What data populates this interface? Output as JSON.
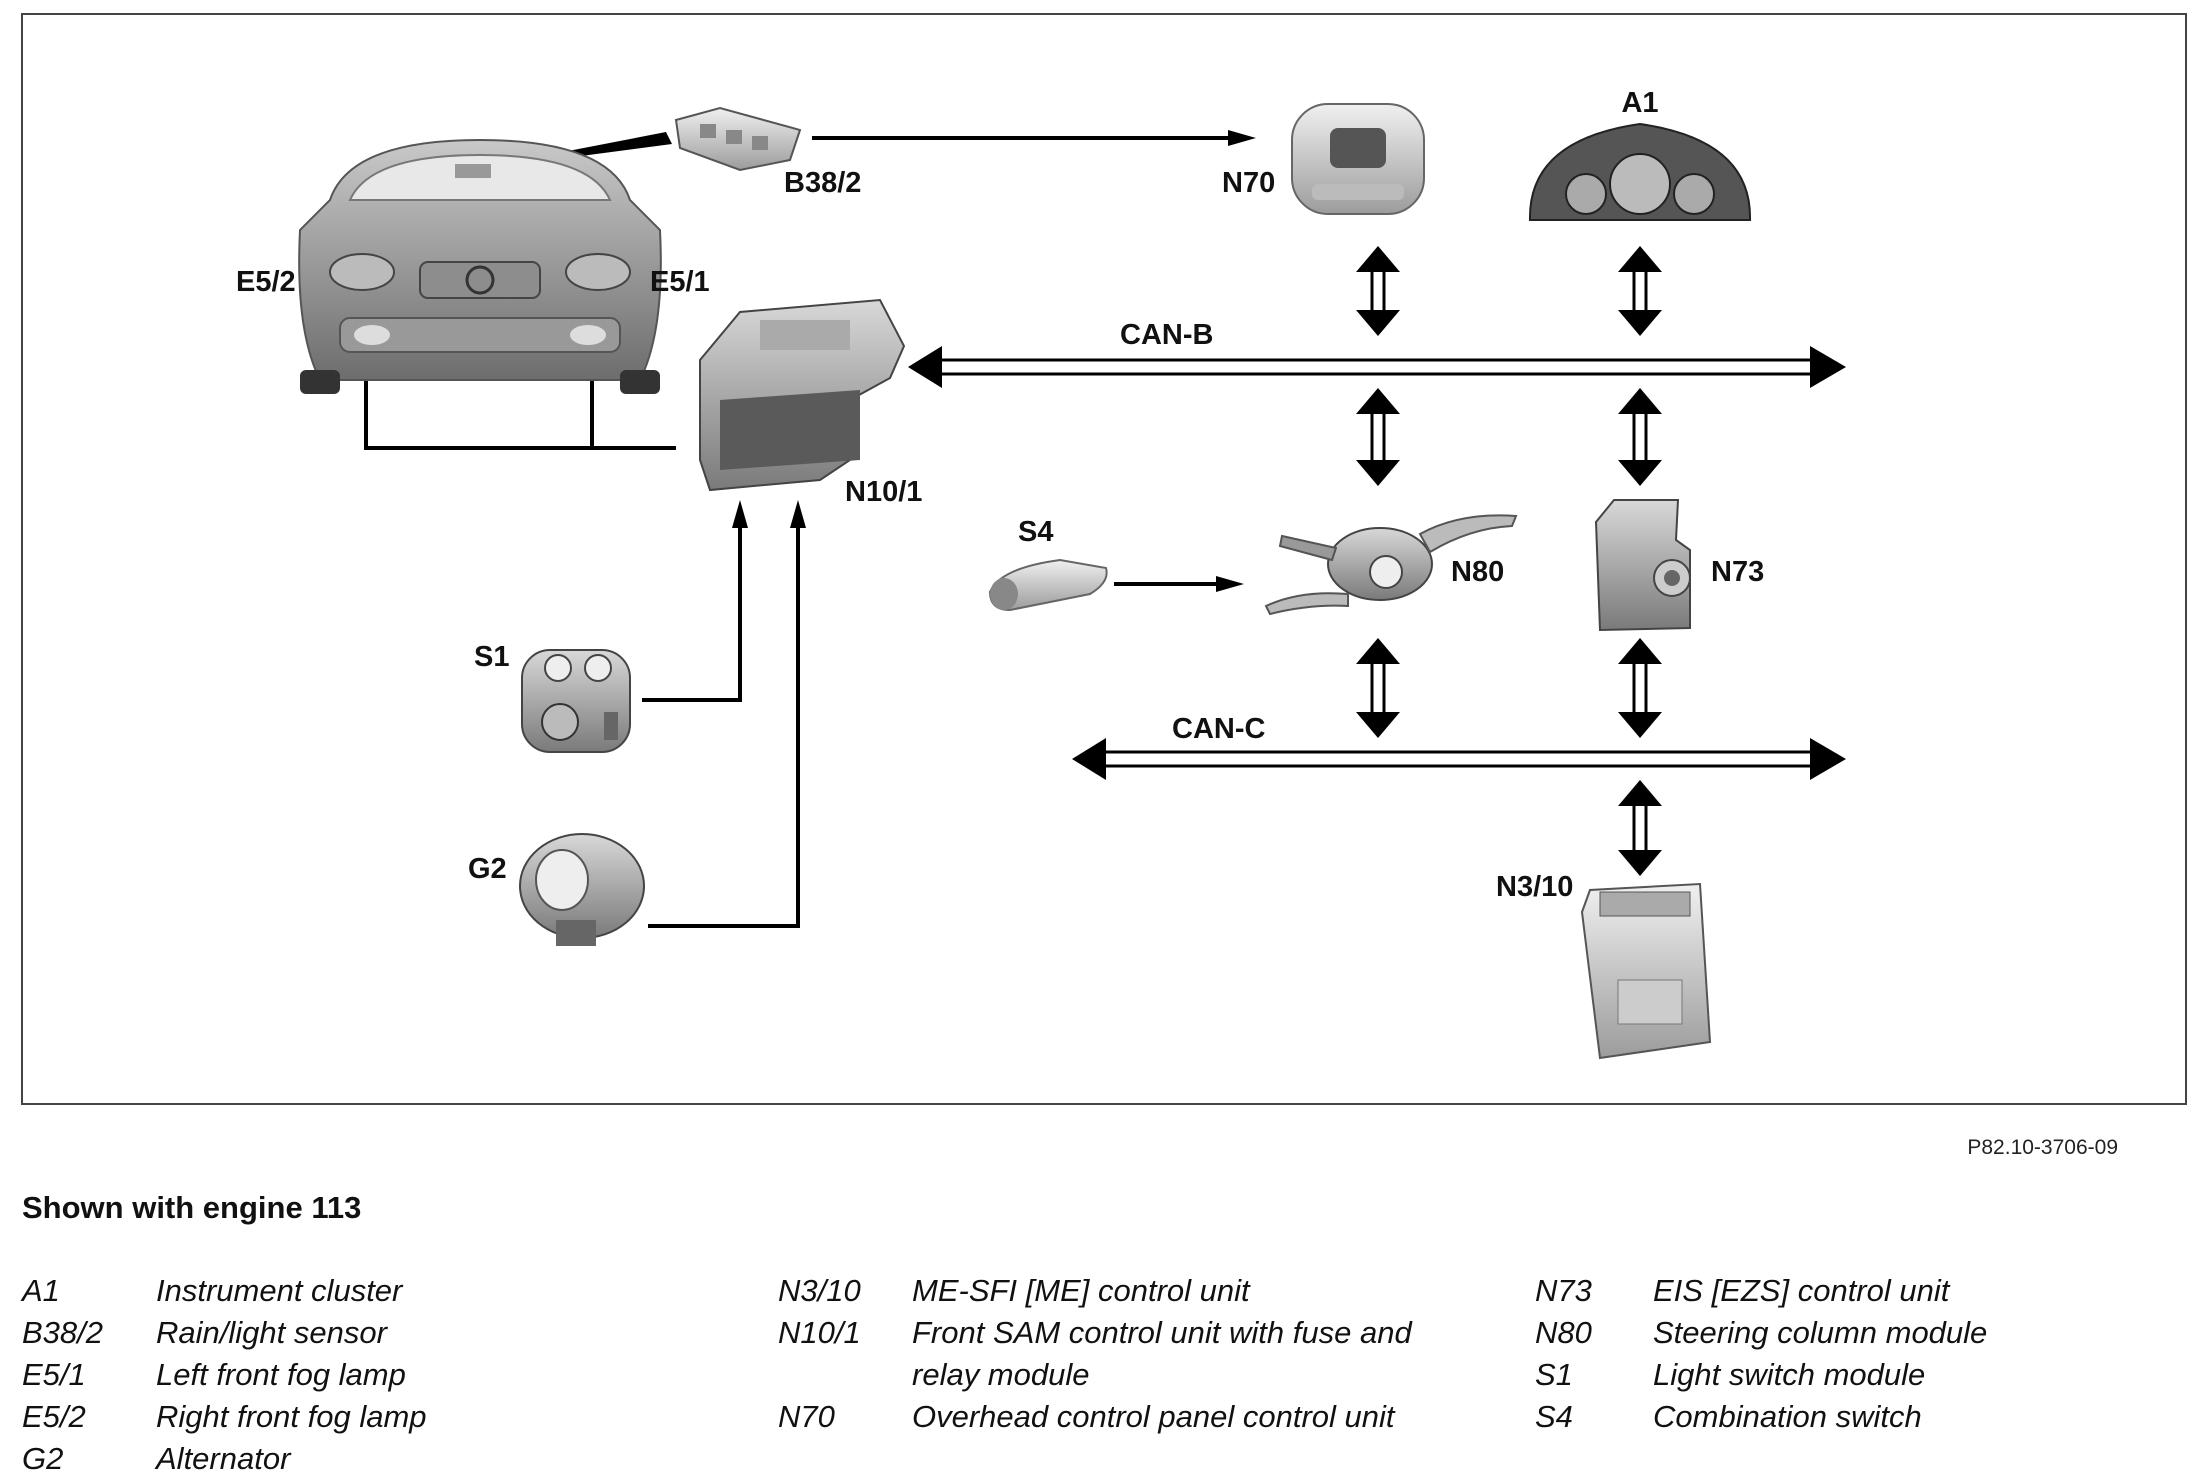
{
  "labels": {
    "A1": "A1",
    "B38_2": "B38/2",
    "N70": "N70",
    "E5_2": "E5/2",
    "E5_1": "E5/1",
    "CAN_B": "CAN-B",
    "N10_1": "N10/1",
    "S4": "S4",
    "N80": "N80",
    "N73": "N73",
    "S1": "S1",
    "CAN_C": "CAN-C",
    "G2": "G2",
    "N3_10": "N3/10"
  },
  "figure_ref": "P82.10-3706-09",
  "shown_with": "Shown with engine 113",
  "legend": {
    "col1": [
      {
        "code": "A1",
        "desc": "Instrument cluster"
      },
      {
        "code": "B38/2",
        "desc": "Rain/light sensor"
      },
      {
        "code": "E5/1",
        "desc": "Left front fog lamp"
      },
      {
        "code": "E5/2",
        "desc": "Right front fog lamp"
      },
      {
        "code": "G2",
        "desc": "Alternator"
      }
    ],
    "col2": [
      {
        "code": "N3/10",
        "desc": "ME-SFI [ME] control unit"
      },
      {
        "code": "N10/1",
        "desc": "Front SAM control unit with fuse and relay module"
      },
      {
        "code": "N70",
        "desc": "Overhead control panel control unit"
      }
    ],
    "col3": [
      {
        "code": "N73",
        "desc": "EIS [EZS] control unit"
      },
      {
        "code": "N80",
        "desc": "Steering column module"
      },
      {
        "code": "S1",
        "desc": "Light switch module"
      },
      {
        "code": "S4",
        "desc": "Combination switch"
      }
    ]
  }
}
